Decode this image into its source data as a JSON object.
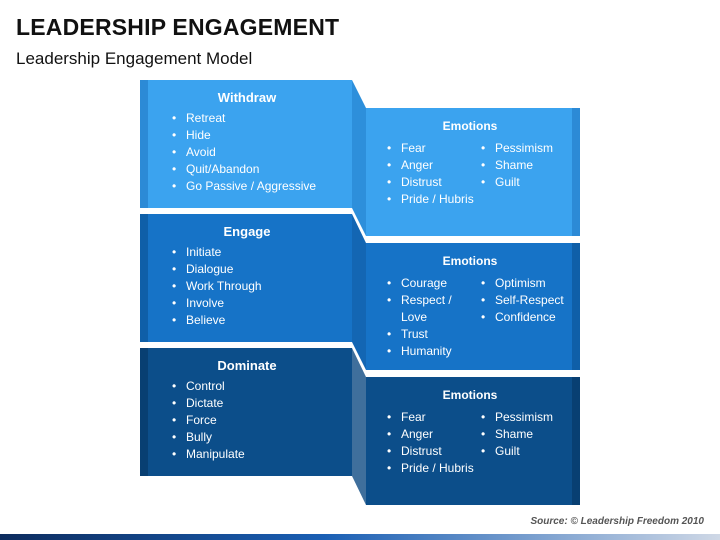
{
  "header": {
    "title": "LEADERSHIP ENGAGEMENT",
    "subtitle": "Leadership Engagement Model"
  },
  "colors": {
    "withdraw": "#3ba3ef",
    "engage": "#1673c7",
    "dominate": "#0c4e8a"
  },
  "rows": [
    {
      "left": {
        "heading": "Withdraw",
        "items": [
          "Retreat",
          "Hide",
          "Avoid",
          "Quit/Abandon",
          "Go Passive / Aggressive"
        ]
      },
      "right": {
        "heading": "Emotions",
        "col1": [
          "Fear",
          "Anger",
          "Distrust",
          "Pride / Hubris"
        ],
        "col2": [
          "Pessimism",
          "Shame",
          "Guilt"
        ]
      }
    },
    {
      "left": {
        "heading": "Engage",
        "items": [
          "Initiate",
          "Dialogue",
          "Work Through",
          "Involve",
          "Believe"
        ]
      },
      "right": {
        "heading": "Emotions",
        "col1": [
          "Courage",
          "Respect / Love",
          "Trust",
          "Humanity"
        ],
        "col2": [
          "Optimism",
          "Self-Respect",
          "Confidence"
        ]
      }
    },
    {
      "left": {
        "heading": "Dominate",
        "items": [
          "Control",
          "Dictate",
          "Force",
          "Bully",
          "Manipulate"
        ]
      },
      "right": {
        "heading": "Emotions",
        "col1": [
          "Fear",
          "Anger",
          "Distrust",
          "Pride / Hubris"
        ],
        "col2": [
          "Pessimism",
          "Shame",
          "Guilt"
        ]
      }
    }
  ],
  "footer": {
    "source": "Source: © Leadership Freedom 2010"
  }
}
